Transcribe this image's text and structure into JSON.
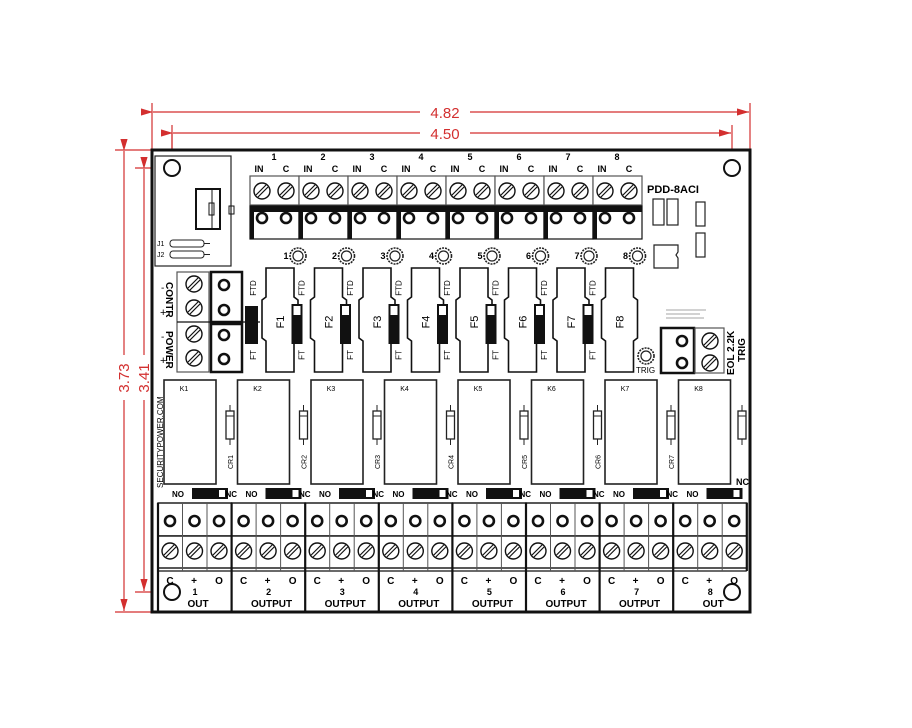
{
  "dimensions": {
    "color": "#d32f2f",
    "outer_width": "4.82",
    "inner_width": "4.50",
    "outer_height": "3.73",
    "inner_height": "3.41"
  },
  "board": {
    "model": "PDD-8ACI",
    "website": "SECURITYPOWER.COM",
    "jumpers": [
      "J1",
      "J2"
    ],
    "power_block": {
      "contr_label": "CONTR",
      "power_label": "POWER",
      "minus": "-",
      "plus": "+"
    },
    "trig_label": "TRIG",
    "eol_label": "EOL 2.2K",
    "eol_trig_label": "TRIG",
    "nc_label": "NC"
  },
  "inputs": [
    {
      "num": "1",
      "in": "IN",
      "c": "C"
    },
    {
      "num": "2",
      "in": "IN",
      "c": "C"
    },
    {
      "num": "3",
      "in": "IN",
      "c": "C"
    },
    {
      "num": "4",
      "in": "IN",
      "c": "C"
    },
    {
      "num": "5",
      "in": "IN",
      "c": "C"
    },
    {
      "num": "6",
      "in": "IN",
      "c": "C"
    },
    {
      "num": "7",
      "in": "IN",
      "c": "C"
    },
    {
      "num": "8",
      "in": "IN",
      "c": "C"
    }
  ],
  "fuses": [
    {
      "label": "F1",
      "ftd": "FTD",
      "ft": "FT",
      "led": "1"
    },
    {
      "label": "F2",
      "ftd": "FTD",
      "ft": "FT",
      "led": "2"
    },
    {
      "label": "F3",
      "ftd": "FTD",
      "ft": "FT",
      "led": "3"
    },
    {
      "label": "F4",
      "ftd": "FTD",
      "ft": "FT",
      "led": "4"
    },
    {
      "label": "F5",
      "ftd": "FTD",
      "ft": "FT",
      "led": "5"
    },
    {
      "label": "F6",
      "ftd": "FTD",
      "ft": "FT",
      "led": "6"
    },
    {
      "label": "F7",
      "ftd": "FTD",
      "ft": "FT",
      "led": "7"
    },
    {
      "label": "F8",
      "ftd": "FTD",
      "ft": "FT",
      "led": "8"
    }
  ],
  "relays": [
    {
      "label": "K1",
      "diode": "CR1"
    },
    {
      "label": "K2",
      "diode": "CR2"
    },
    {
      "label": "K3",
      "diode": "CR3"
    },
    {
      "label": "K4",
      "diode": "CR4"
    },
    {
      "label": "K5",
      "diode": "CR5"
    },
    {
      "label": "K6",
      "diode": "CR6"
    },
    {
      "label": "K7",
      "diode": "CR7"
    },
    {
      "label": "K8",
      "diode": ""
    }
  ],
  "relay_jumpers": {
    "nc": "NC",
    "no": "NO"
  },
  "outputs": [
    {
      "num": "1",
      "label": "OUT",
      "c": "C",
      "plus": "+",
      "o": "O"
    },
    {
      "num": "2",
      "label": "OUTPUT",
      "c": "C",
      "plus": "+",
      "o": "O"
    },
    {
      "num": "3",
      "label": "OUTPUT",
      "c": "C",
      "plus": "+",
      "o": "O"
    },
    {
      "num": "4",
      "label": "OUTPUT",
      "c": "C",
      "plus": "+",
      "o": "O"
    },
    {
      "num": "5",
      "label": "OUTPUT",
      "c": "C",
      "plus": "+",
      "o": "O"
    },
    {
      "num": "6",
      "label": "OUTPUT",
      "c": "C",
      "plus": "+",
      "o": "O"
    },
    {
      "num": "7",
      "label": "OUTPUT",
      "c": "C",
      "plus": "+",
      "o": "O"
    },
    {
      "num": "8",
      "label": "OUT",
      "c": "C",
      "plus": "+",
      "o": "O"
    }
  ]
}
